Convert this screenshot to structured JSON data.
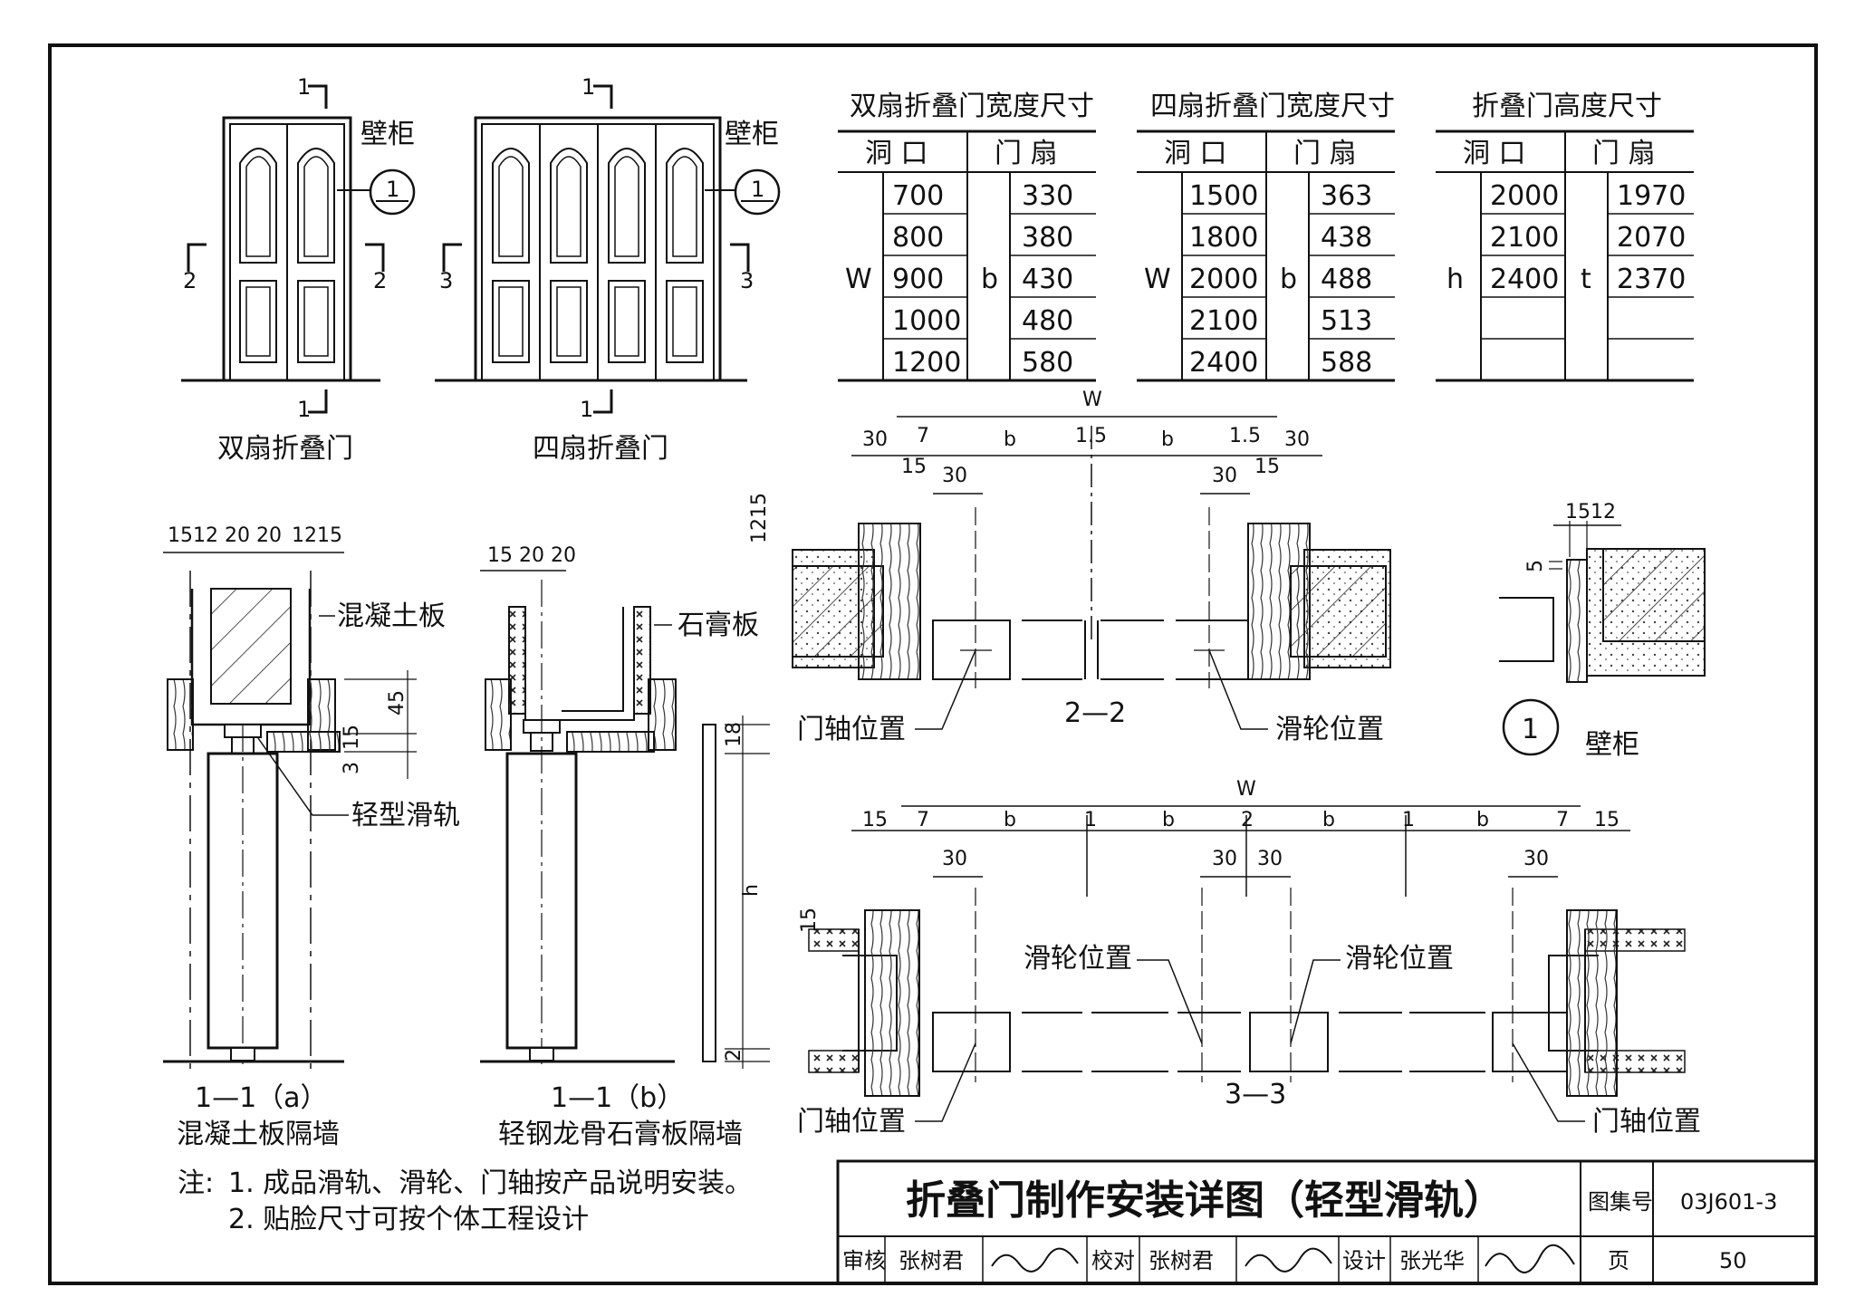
{
  "elevations": {
    "two_leaf": {
      "caption": "双扇折叠门",
      "cabinet_label": "壁柜",
      "section_mark_top": "1",
      "section_mark_bottom": "1",
      "section_mark_left": "2",
      "section_mark_right": "2",
      "detail_ref": "1"
    },
    "four_leaf": {
      "caption": "四扇折叠门",
      "cabinet_label": "壁柜",
      "section_mark_top": "1",
      "section_mark_bottom": "1",
      "section_mark_left": "3",
      "section_mark_right": "3",
      "detail_ref": "1"
    }
  },
  "tables": {
    "two_leaf_width": {
      "title": "双扇折叠门宽度尺寸",
      "head_opening": "洞 口",
      "head_leaf": "门 扇",
      "symbol_opening": "W",
      "symbol_leaf": "b",
      "opening": [
        "700",
        "800",
        "900",
        "1000",
        "1200"
      ],
      "leaf": [
        "330",
        "380",
        "430",
        "480",
        "580"
      ]
    },
    "four_leaf_width": {
      "title": "四扇折叠门宽度尺寸",
      "head_opening": "洞 口",
      "head_leaf": "门 扇",
      "symbol_opening": "W",
      "symbol_leaf": "b",
      "opening": [
        "1500",
        "1800",
        "2000",
        "2100",
        "2400"
      ],
      "leaf": [
        "363",
        "438",
        "488",
        "513",
        "588"
      ]
    },
    "height": {
      "title": "折叠门高度尺寸",
      "head_opening": "洞 口",
      "head_leaf": "门 扇",
      "symbol_opening": "h",
      "symbol_leaf": "t",
      "opening": [
        "2000",
        "2100",
        "2400",
        "",
        ""
      ],
      "leaf": [
        "1970",
        "2070",
        "2370",
        "",
        ""
      ]
    }
  },
  "section_a": {
    "dims_top": "1512 20 20",
    "dims_top_right": "1215",
    "label_concrete": "混凝土板",
    "dim_45": "45",
    "dim_15": "15",
    "dim_3": "3",
    "label_rail": "轻型滑轨",
    "caption_id": "1—1（a）",
    "caption": "混凝土板隔墙"
  },
  "section_b": {
    "dims_top": "15 20 20",
    "label_gypsum": "石膏板",
    "dim_18": "18",
    "dim_h": "h",
    "dim_2": "2",
    "caption_id": "1—1（b）",
    "caption": "轻钢龙骨石膏板隔墙"
  },
  "plan_22": {
    "dim_W": "W",
    "dims": [
      "30",
      "7",
      "b",
      "1.5",
      "b",
      "1.5",
      "30"
    ],
    "dim_15_left": "15",
    "dim_15_right": "15",
    "dim_30_left": "30",
    "dim_30_right": "30",
    "dim_1215": "1215",
    "label_hinge": "门轴位置",
    "label_pulley": "滑轮位置",
    "id": "2—2"
  },
  "detail_1": {
    "dims": "1512",
    "dim_5": "5",
    "ref": "1",
    "label": "壁柜"
  },
  "plan_33": {
    "dim_W": "W",
    "dims": [
      "15",
      "7",
      "b",
      "1",
      "b",
      "2",
      "b",
      "1",
      "b",
      "7",
      "15"
    ],
    "dim_30": [
      "30",
      "30",
      "30",
      "30"
    ],
    "dim_15_vert": "15",
    "label_pulley_left": "滑轮位置",
    "label_pulley_right": "滑轮位置",
    "label_hinge_left": "门轴位置",
    "label_hinge_right": "门轴位置",
    "id": "3—3"
  },
  "notes": {
    "prefix": "注:",
    "line1": "1. 成品滑轨、滑轮、门轴按产品说明安装。",
    "line2": "2. 贴脸尺寸可按个体工程设计"
  },
  "title_block": {
    "title": "折叠门制作安装详图（轻型滑轨）",
    "atlas_label": "图集号",
    "atlas_no": "03J601-3",
    "review_label": "审核",
    "review_name": "张树君",
    "check_label": "校对",
    "check_name": "张树君",
    "design_label": "设计",
    "design_name": "张光华",
    "page_label": "页",
    "page_no": "50"
  }
}
